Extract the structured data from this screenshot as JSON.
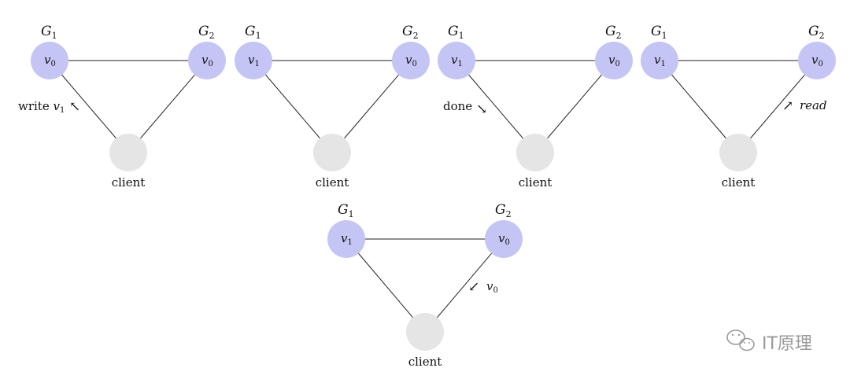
{
  "colors": {
    "server_fill": "#c5c5f5",
    "client_fill": "#e5e5e5",
    "edge": "#222222",
    "text": "#111111",
    "watermark": "#9a9a9a"
  },
  "panels": [
    {
      "server_left": {
        "label": "G",
        "sub": "1",
        "value": "v",
        "value_sub": "0"
      },
      "server_right": {
        "label": "G",
        "sub": "2",
        "value": "v",
        "value_sub": "0"
      },
      "client_label": "client",
      "annotation": {
        "edge": "left",
        "text": "write ",
        "var": "v",
        "var_sub": "1",
        "arrow": "↖"
      }
    },
    {
      "server_left": {
        "label": "G",
        "sub": "1",
        "value": "v",
        "value_sub": "1"
      },
      "server_right": {
        "label": "G",
        "sub": "2",
        "value": "v",
        "value_sub": "0"
      },
      "client_label": "client"
    },
    {
      "server_left": {
        "label": "G",
        "sub": "1",
        "value": "v",
        "value_sub": "1"
      },
      "server_right": {
        "label": "G",
        "sub": "2",
        "value": "v",
        "value_sub": "0"
      },
      "client_label": "client",
      "annotation": {
        "edge": "left",
        "text": "done",
        "arrow": "↘"
      }
    },
    {
      "server_left": {
        "label": "G",
        "sub": "1",
        "value": "v",
        "value_sub": "1"
      },
      "server_right": {
        "label": "G",
        "sub": "2",
        "value": "v",
        "value_sub": "0"
      },
      "client_label": "client",
      "annotation": {
        "edge": "right",
        "text": "read",
        "arrow": "↗"
      }
    },
    {
      "server_left": {
        "label": "G",
        "sub": "1",
        "value": "v",
        "value_sub": "1"
      },
      "server_right": {
        "label": "G",
        "sub": "2",
        "value": "v",
        "value_sub": "0"
      },
      "client_label": "client",
      "annotation": {
        "edge": "right",
        "text": "",
        "var": "v",
        "var_sub": "0",
        "arrow": "↙"
      }
    }
  ],
  "watermark": {
    "text": "IT原理",
    "icon": "wechat-icon"
  }
}
